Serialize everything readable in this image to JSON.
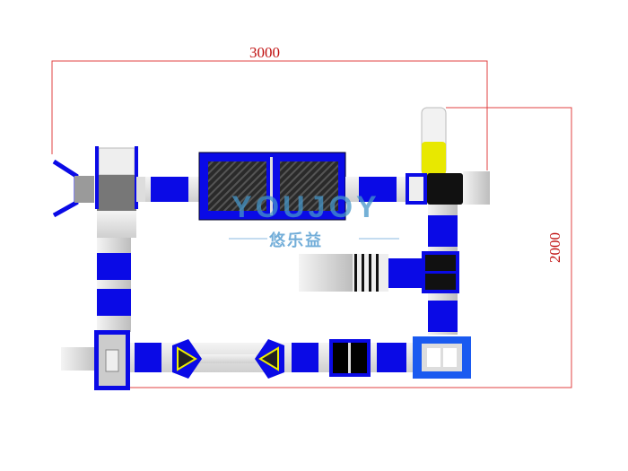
{
  "dimensions": {
    "width_label": "3000",
    "height_label": "2000"
  },
  "watermark": {
    "brand": "YOUJOY",
    "chinese": "悠乐益"
  },
  "colors": {
    "blue": "#0a0ae6",
    "dimension_line": "#e04040",
    "yellow": "#e8e800",
    "black": "#111111"
  }
}
